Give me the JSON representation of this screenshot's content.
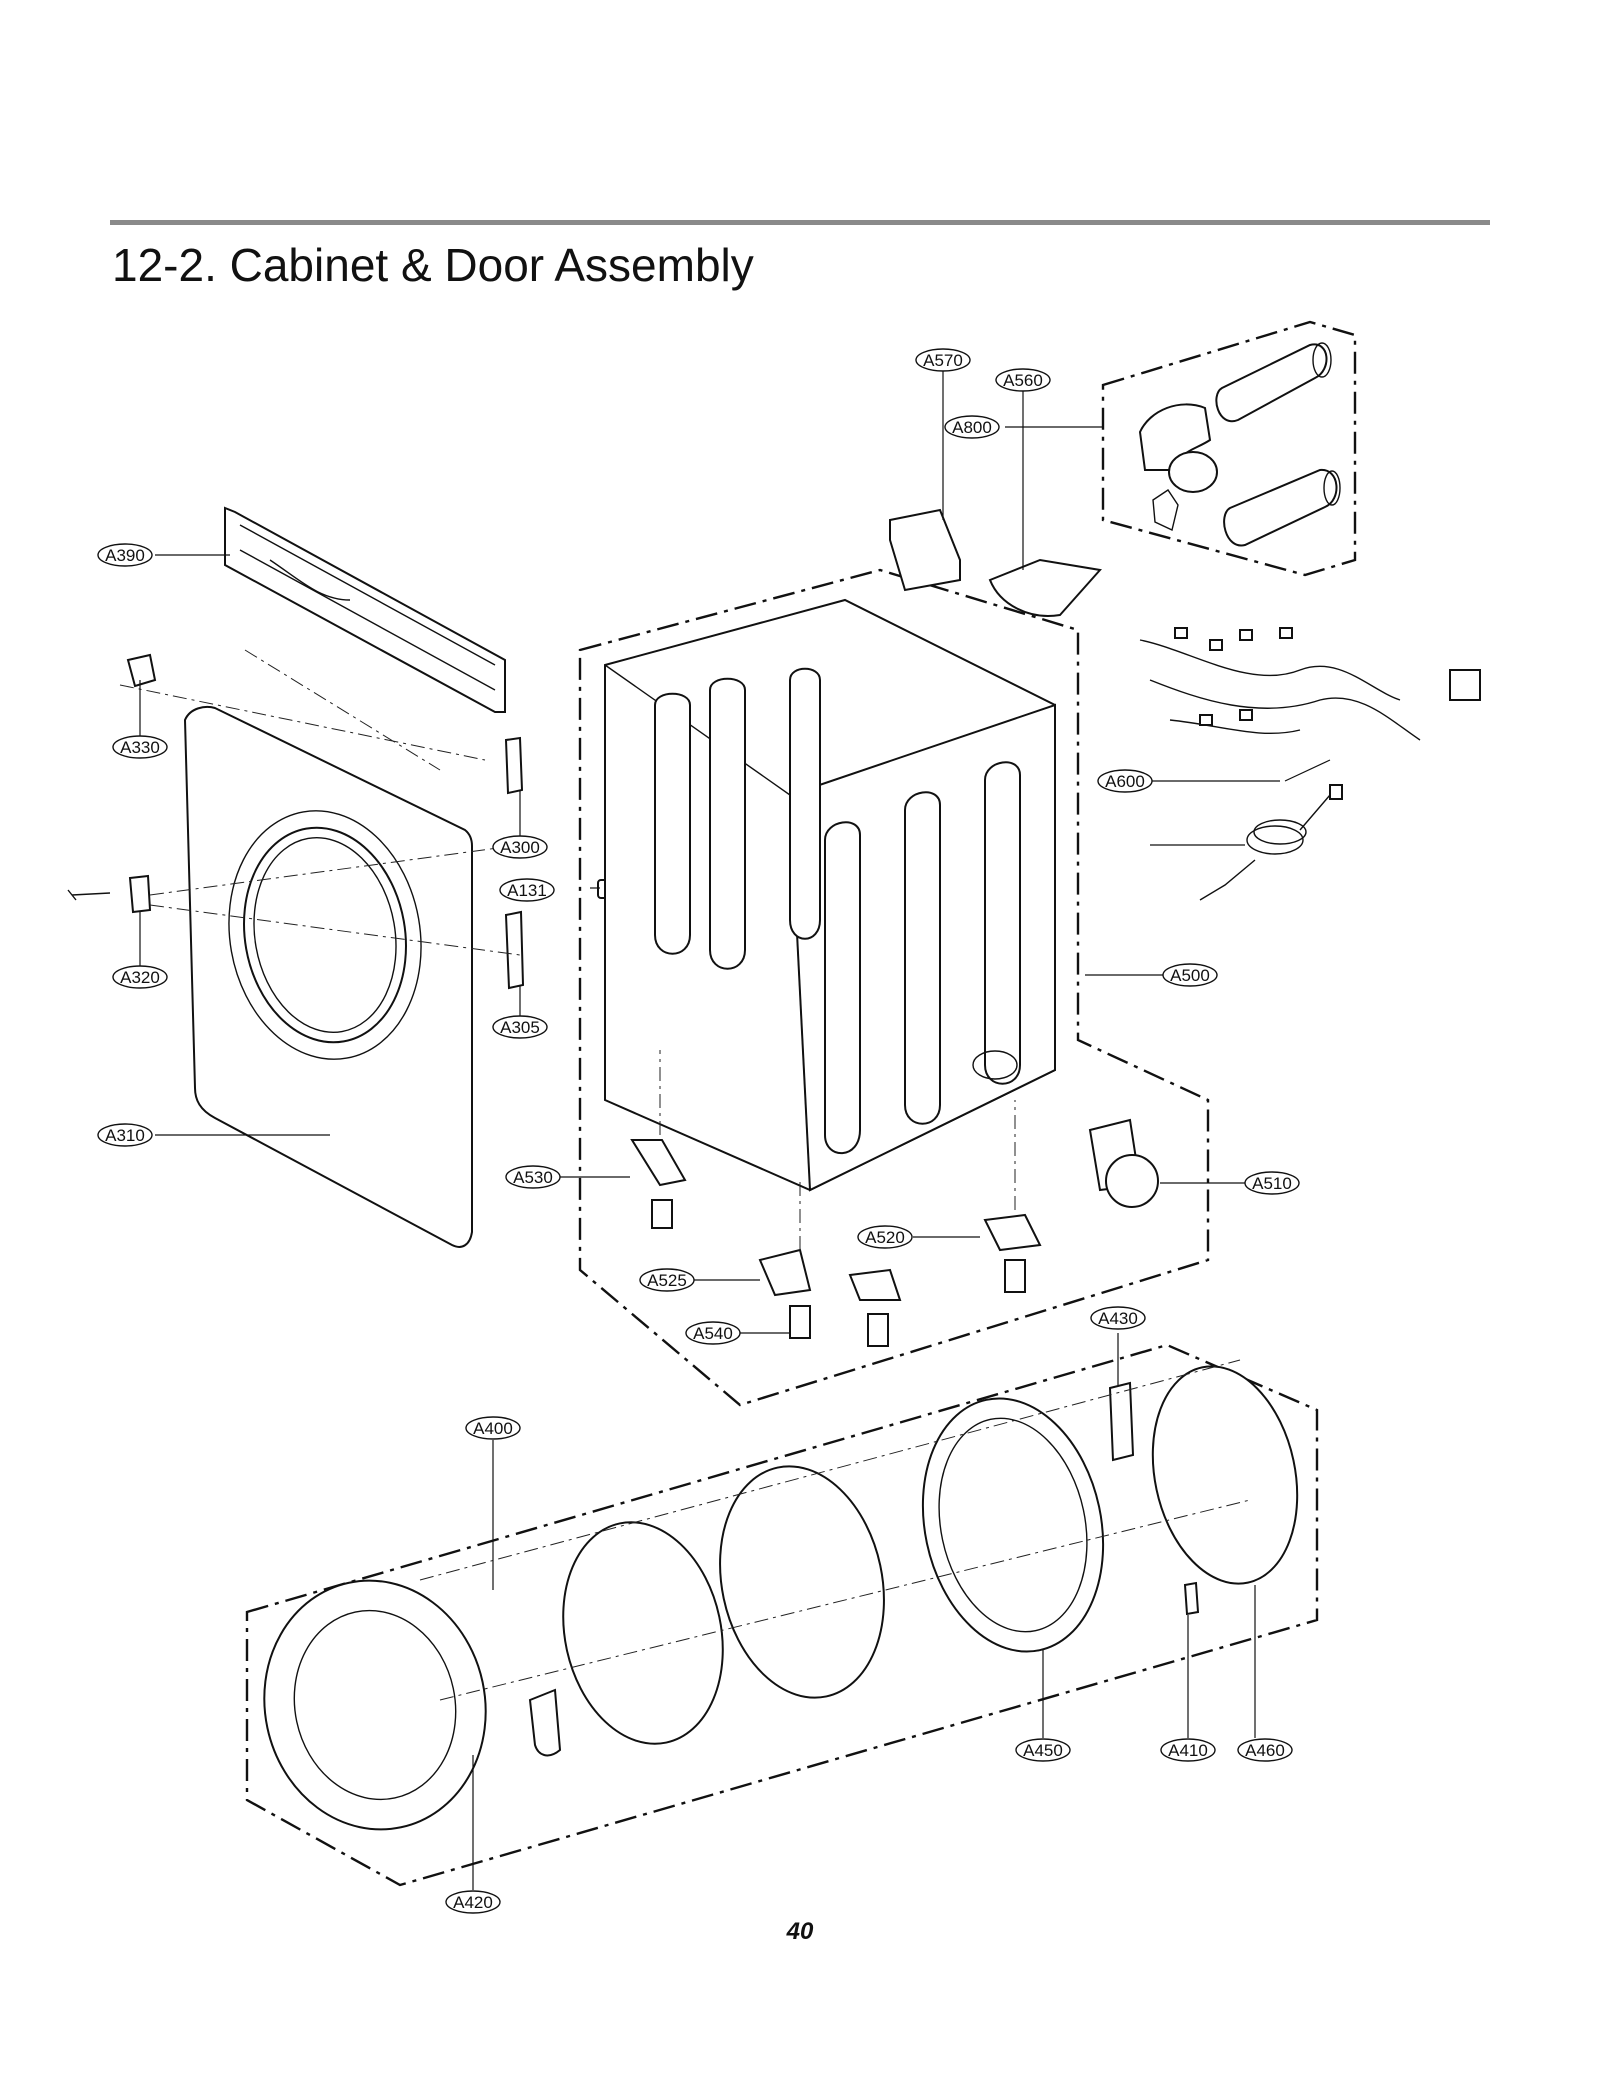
{
  "page": {
    "title": "12-2. Cabinet & Door Assembly",
    "page_number": "40"
  },
  "callouts": {
    "A800": "A800",
    "A570": "A570",
    "A560": "A560",
    "A390": "A390",
    "A330": "A330",
    "A300": "A300",
    "A131": "A131",
    "A320": "A320",
    "A305": "A305",
    "A310": "A310",
    "A600": "A600",
    "A500": "A500",
    "A530": "A530",
    "A510": "A510",
    "A520": "A520",
    "A525": "A525",
    "A540": "A540",
    "A430": "A430",
    "A400": "A400",
    "A450": "A450",
    "A410": "A410",
    "A460": "A460",
    "A420": "A420"
  }
}
